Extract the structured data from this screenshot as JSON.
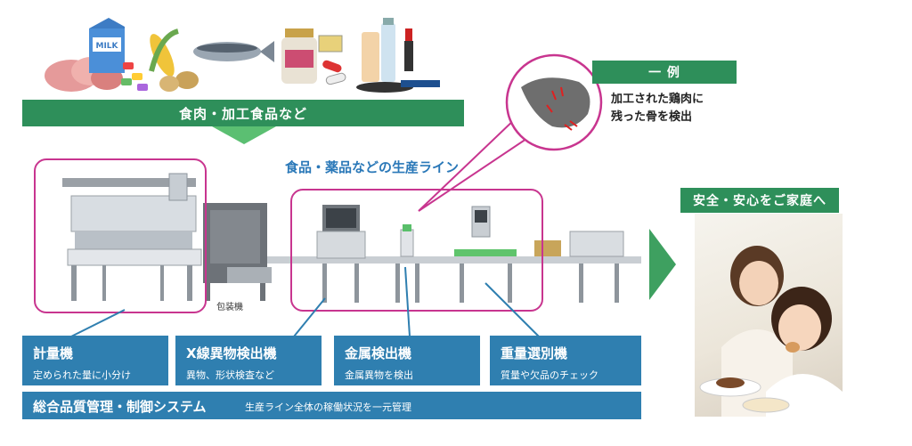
{
  "food_banner": "食肉・加工食品など",
  "example": {
    "banner": "一 例",
    "text": "加工された鶏肉に\n残った骨を検出"
  },
  "line_title": "食品・薬品などの生産ライン",
  "pack_label": "包装機",
  "safe_banner": "安全・安心をご家庭へ",
  "milk_label": "MILK",
  "machines": [
    {
      "title": "計量機",
      "subtitle": "定められた量に小分け"
    },
    {
      "title": "X線異物検出機",
      "subtitle": "異物、形状検査など"
    },
    {
      "title": "金属検出機",
      "subtitle": "金属異物を検出"
    },
    {
      "title": "重量選別機",
      "subtitle": "質量や欠品のチェック"
    }
  ],
  "system": {
    "title": "総合品質管理・制御システム",
    "subtitle": "生産ライン全体の稼働状況を一元管理"
  },
  "colors": {
    "green": "#2e8f5a",
    "blue": "#2f7fb0",
    "magenta": "#c8358f"
  }
}
